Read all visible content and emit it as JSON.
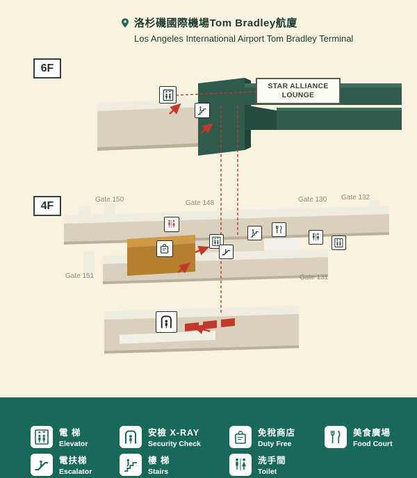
{
  "header": {
    "title_zh": "洛杉磯國際機場Tom Bradley航廈",
    "title_en": "Los Angeles International Airport Tom Bradley Terminal"
  },
  "floors": {
    "f6": {
      "label": "6F",
      "lounge_label": "STAR ALLIANCE LOUNGE"
    },
    "f4": {
      "label": "4F"
    }
  },
  "gates": [
    {
      "label": "Gate 150"
    },
    {
      "label": "Gate 148"
    },
    {
      "label": "Gate 130"
    },
    {
      "label": "Gate 132"
    },
    {
      "label": "Gate 151"
    },
    {
      "label": "Gate 131"
    }
  ],
  "legend": {
    "items": [
      {
        "zh": "電 梯",
        "en": "Elevator"
      },
      {
        "zh": "安檢 X-RAY",
        "en": "Security Check"
      },
      {
        "zh": "免稅商店",
        "en": "Duty Free"
      },
      {
        "zh": "美食廣場",
        "en": "Food Court"
      },
      {
        "zh": "電扶梯",
        "en": "Escalator"
      },
      {
        "zh": "樓 梯",
        "en": "Stairs"
      },
      {
        "zh": "洗手間",
        "en": "Toilet"
      }
    ]
  },
  "colors": {
    "background": "#f8f3de",
    "floor_green": "#2e5b4e",
    "floor_beige": "#d9d1bc",
    "floor_orange": "#c9913c",
    "accent_red": "#c0392b",
    "legend_green": "#19695a"
  }
}
